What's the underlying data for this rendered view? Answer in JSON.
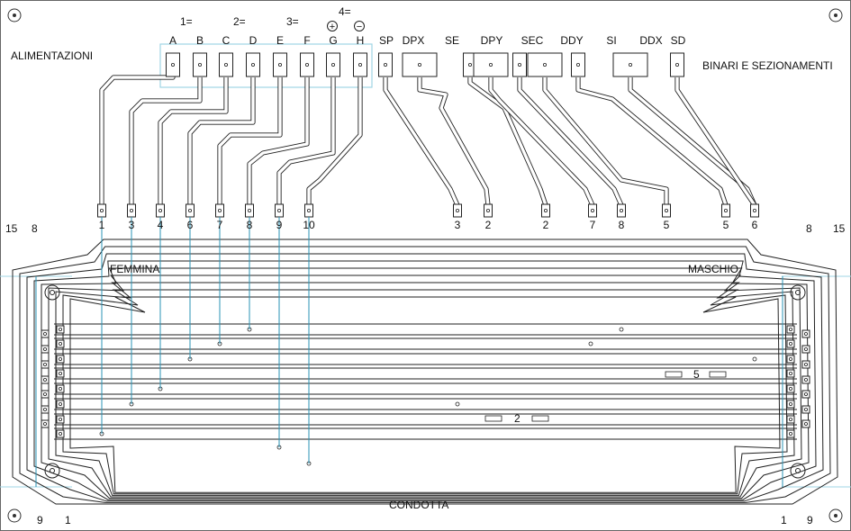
{
  "title_left": "ALIMENTAZIONI",
  "title_right": "BINARI E SEZIONAMENTI",
  "bottom_label": "CONDOTTA",
  "female_label": "FEMMINA",
  "male_label": "MASCHIO",
  "groups": [
    "1=",
    "2=",
    "3=",
    "4="
  ],
  "polarity": [
    "+",
    "−"
  ],
  "supply_letters": [
    "A",
    "B",
    "C",
    "D",
    "E",
    "F",
    "G",
    "H"
  ],
  "track_labels": [
    "SP",
    "DPX",
    "SE",
    "DPY",
    "SEC",
    "DDY",
    "SI",
    "DDX",
    "SD"
  ],
  "left_pin_numbers": [
    "1",
    "3",
    "4",
    "6",
    "7",
    "8",
    "9",
    "10"
  ],
  "right_pin_numbers": [
    "3",
    "2",
    "2",
    "7",
    "8",
    "5",
    "5",
    "6"
  ],
  "corner_numbers": {
    "top_left": [
      "15",
      "8"
    ],
    "top_right": [
      "8",
      "15"
    ],
    "bottom_left": [
      "9",
      "1"
    ],
    "bottom_right": [
      "1",
      "9"
    ]
  },
  "bus_labels": [
    "5",
    "2"
  ],
  "colors": {
    "trace": "#222222",
    "jumper": "#2a93b5",
    "frame": "#9fd4e4"
  }
}
